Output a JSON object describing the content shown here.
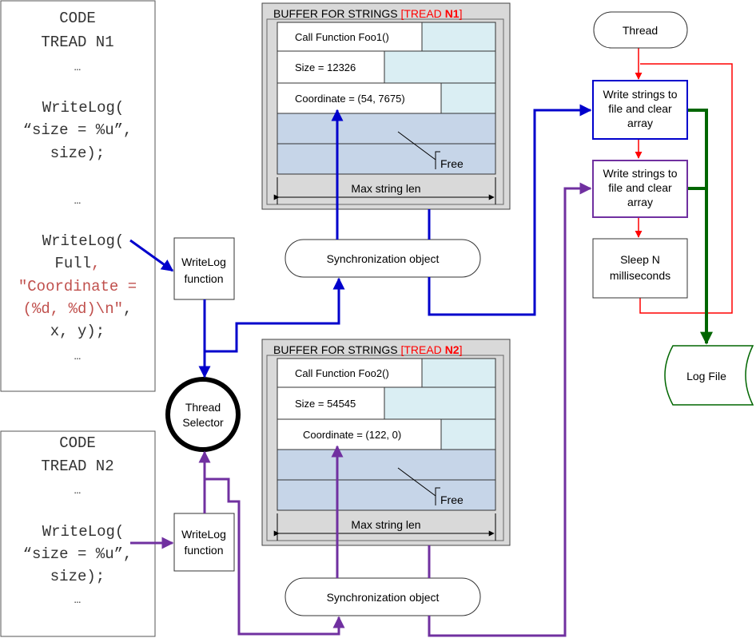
{
  "code_n1": {
    "heading1": "CODE",
    "heading2": "TREAD N1",
    "ellipsis1": "…",
    "writelog1_l1": "WriteLog(",
    "writelog1_l2": "“size = %u”,",
    "writelog1_l3": "size);",
    "ellipsis2": "…",
    "writelog2_l1": "WriteLog(",
    "writelog2_l2a": "Full",
    "writelog2_l2b": ",",
    "writelog2_l3": "\"Coordinate =",
    "writelog2_l4a": "(%d, %d)\\n\"",
    "writelog2_l4b": ",",
    "writelog2_l5": "x, y);",
    "ellipsis3": "…"
  },
  "code_n2": {
    "heading1": "CODE",
    "heading2": "TREAD N2",
    "ellipsis1": "…",
    "writelog_l1": "WriteLog(",
    "writelog_l2": "“size = %u”,",
    "writelog_l3": "size);",
    "ellipsis2": "…"
  },
  "writelog_fn_1": {
    "line1": "WriteLog",
    "line2": "function"
  },
  "writelog_fn_2": {
    "line1": "WriteLog",
    "line2": "function"
  },
  "thread_selector": {
    "line1": "Thread",
    "line2": "Selector"
  },
  "buffer_n1": {
    "title_prefix": "BUFFER FOR STRINGS ",
    "title_tread": "[TREAD ",
    "title_num": "N1",
    "title_close": "]",
    "rows": [
      "Call Function Foo1()",
      "Size = 12326",
      "Coordinate = (54, 7675)"
    ],
    "free_label": "Free",
    "max_label": "Max string len"
  },
  "buffer_n2": {
    "title_prefix": "BUFFER FOR STRINGS ",
    "title_tread": "[TREAD ",
    "title_num": "N2",
    "title_close": "]",
    "rows": [
      "Call Function Foo2()",
      "Size = 54545",
      "Coordinate = (122, 0)"
    ],
    "free_label": "Free",
    "max_label": "Max string len"
  },
  "sync_1": "Synchronization object",
  "sync_2": "Synchronization object",
  "flow": {
    "thread": "Thread",
    "write1": [
      "Write strings to",
      "file and clear",
      "array"
    ],
    "write2": [
      "Write strings to",
      "file and clear",
      "array"
    ],
    "sleep": [
      "Sleep N",
      "milliseconds"
    ],
    "log_file": "Log File"
  },
  "colors": {
    "blue": "#0000cc",
    "purple": "#7030a0",
    "red": "#ff0000",
    "green": "#006600",
    "code_red": "#c0504d",
    "buffer_bg": "#d9d9d9",
    "cell_fill": "#daeef3",
    "free_fill": "#c6d5e8"
  }
}
